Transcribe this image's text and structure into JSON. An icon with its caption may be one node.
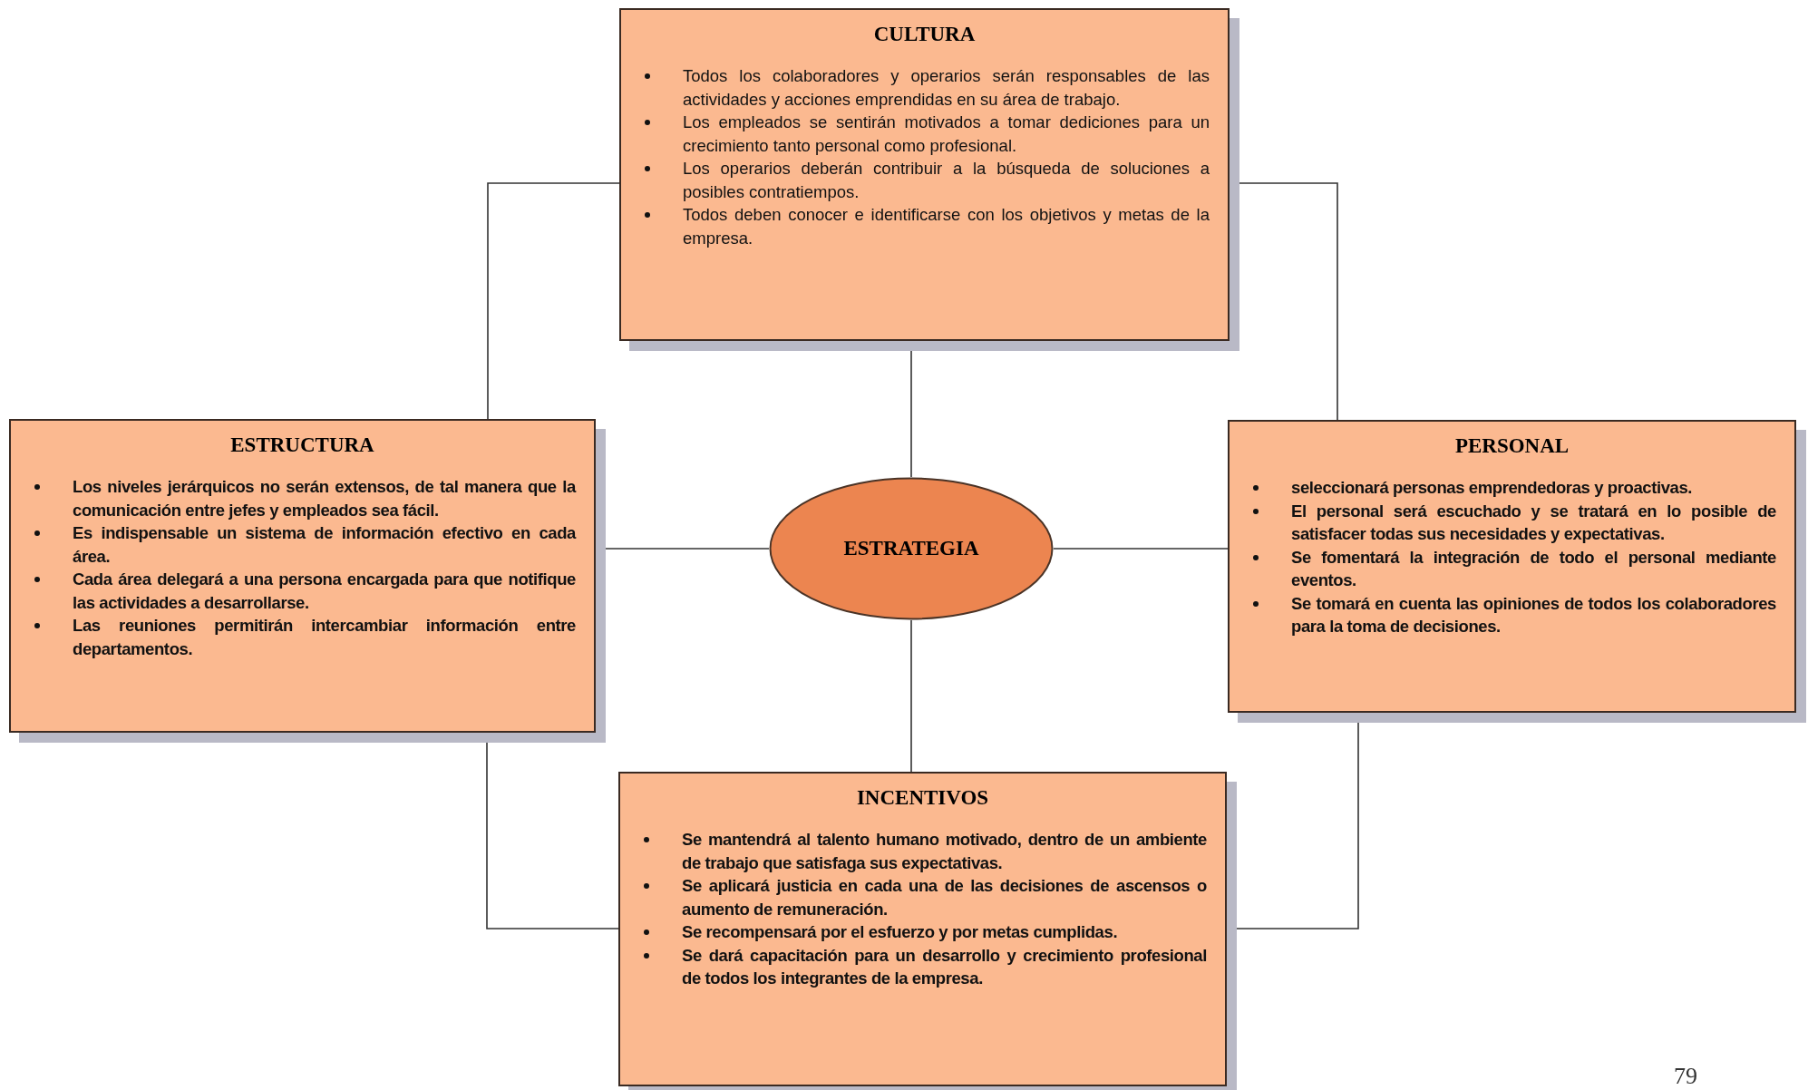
{
  "diagram": {
    "nodes": [
      {
        "text": [
          "CULTURA",
          "Todos los colaboradores y operarios serán responsables de las actividades y acciones emprendidas en su área de trabajo.",
          "Los empleados se sentirán motivados a tomar dediciones para un crecimiento tanto personal como profesional.",
          "Los operarios deberán contribuir a la búsqueda de soluciones a posibles contratiempos.",
          "Todos deben conocer e identificarse con los objetivos y metas de la empresa."
        ]
      },
      {
        "text": [
          "ESTRUCTURA",
          "Los niveles jerárquicos no serán extensos, de tal manera que la comunicación entre jefes y empleados sea fácil.",
          "Es indispensable un sistema de información efectivo en cada área.",
          "Cada área delegará a una persona encargada para que notifique las actividades a desarrollarse.",
          "Las reuniones permitirán intercambiar información entre departamentos."
        ]
      },
      {
        "text": [
          "ESTRATEGIA"
        ]
      },
      {
        "text": [
          "PERSONAL",
          "seleccionará personas emprendedoras y proactivas.",
          "El personal será escuchado y se tratará en lo posible de satisfacer todas sus necesidades y expectativas.",
          "Se fomentará la integración de todo el personal mediante eventos.",
          "Se tomará en cuenta las opiniones de todos los colaboradores para la toma de decisiones."
        ]
      },
      {
        "text": [
          "INCENTIVOS",
          "Se mantendrá al talento humano motivado, dentro de un ambiente de trabajo que satisfaga sus expectativas.",
          "Se aplicará justicia en cada una de las decisiones de ascensos o aumento de remuneración.",
          "Se recompensará por el esfuerzo y por metas cumplidas.",
          "Se dará capacitación para un desarrollo y crecimiento profesional de todos los integrantes de la empresa."
        ]
      }
    ],
    "edges": [
      {
        "from": 0,
        "to": 2,
        "arrow": "none"
      },
      {
        "from": 1,
        "to": 2,
        "arrow": "none"
      },
      {
        "from": 2,
        "to": 3,
        "arrow": "none"
      },
      {
        "from": 2,
        "to": 4,
        "arrow": "none"
      },
      {
        "from": 0,
        "to": 1,
        "arrow": "none"
      },
      {
        "from": 0,
        "to": 3,
        "arrow": "none"
      },
      {
        "from": 1,
        "to": 4,
        "arrow": "none"
      },
      {
        "from": 3,
        "to": 4,
        "arrow": "none"
      }
    ],
    "labels": [
      "79"
    ]
  }
}
